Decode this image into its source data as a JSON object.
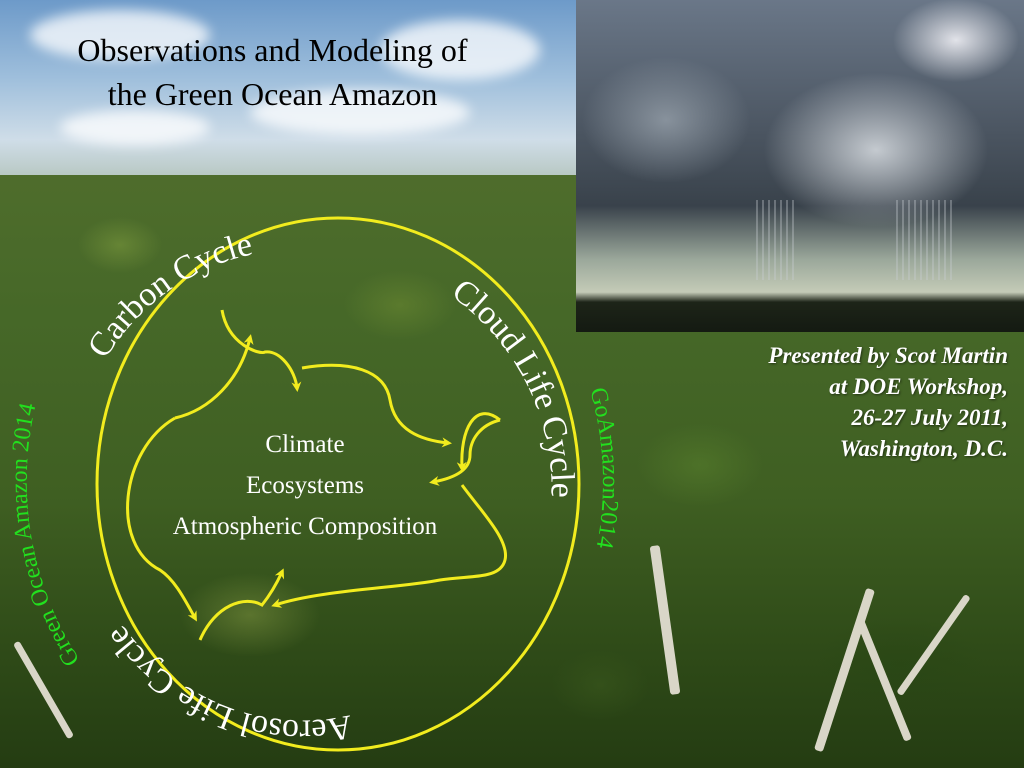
{
  "slide": {
    "title_line1": "Observations and Modeling of",
    "title_line2": "the Green Ocean Amazon",
    "presenter": [
      "Presented by Scot Martin",
      "at DOE Workshop,",
      "26-27 July 2011,",
      "Washington, D.C."
    ]
  },
  "diagram": {
    "cycles": {
      "carbon": "Carbon Cycle",
      "cloud": "Cloud Life Cycle",
      "aerosol": "Aerosol Life Cycle"
    },
    "center": [
      "Climate",
      "Ecosystems",
      "Atmospheric Composition"
    ],
    "left_label": "Green Ocean Amazon 2014",
    "right_label": "GoAmazon2014"
  },
  "colors": {
    "circle": "#f2ec1e",
    "green_label": "#22e01e",
    "white_text": "#ffffff"
  }
}
